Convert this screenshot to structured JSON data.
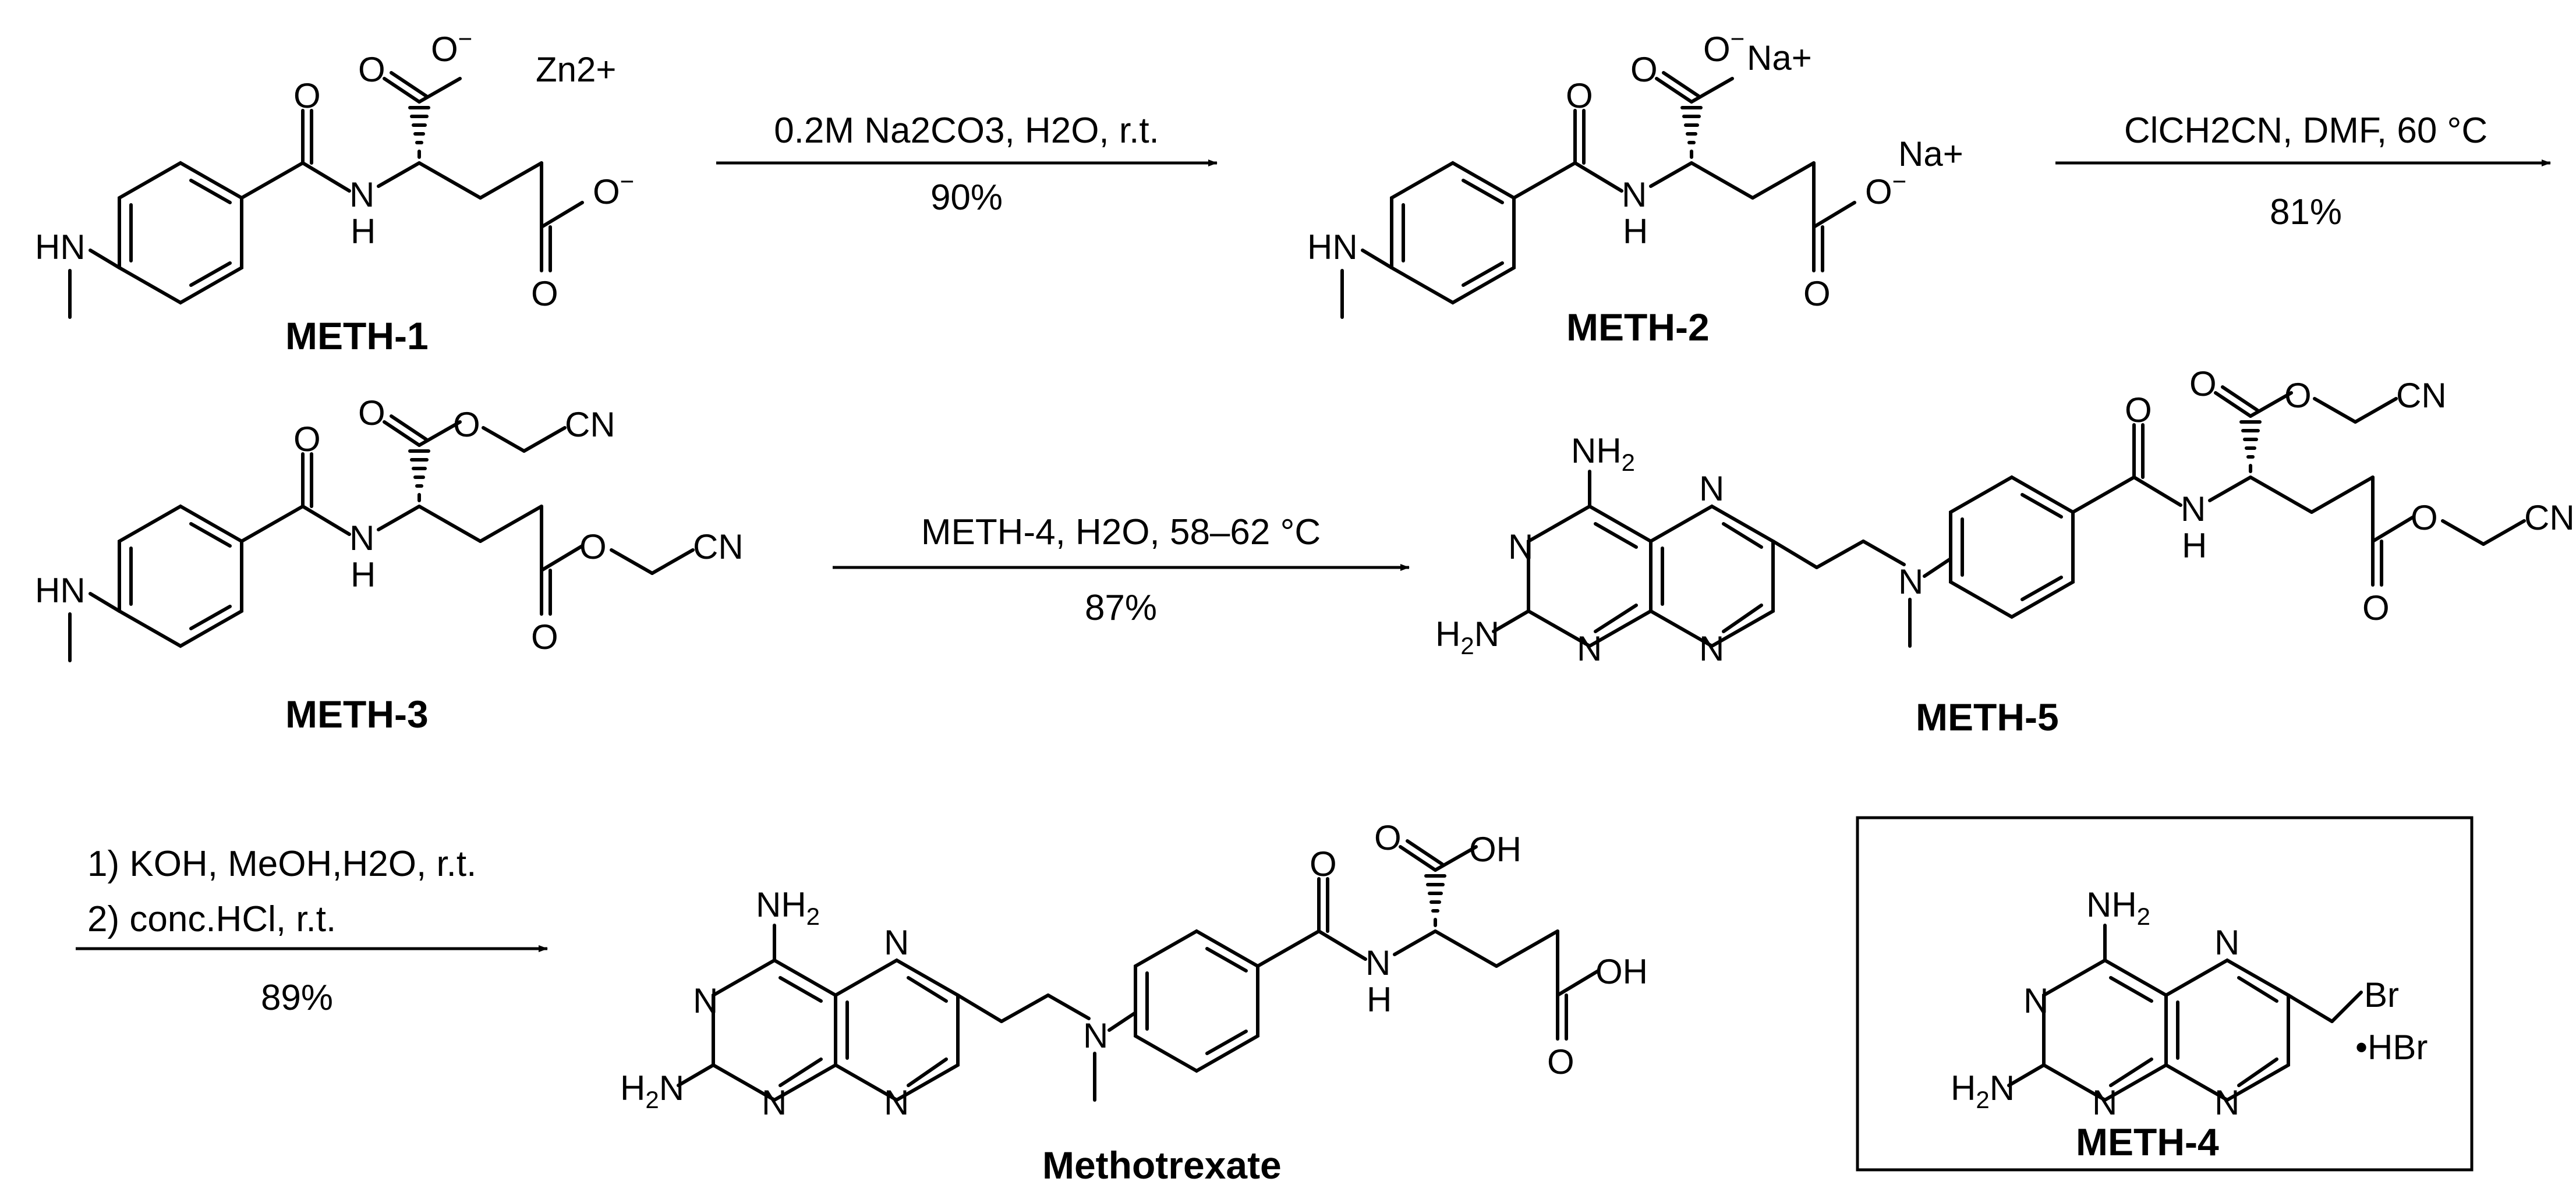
{
  "compounds": {
    "meth1": {
      "label": "METH-1",
      "counterion": "Zn2+"
    },
    "meth2": {
      "label": "METH-2",
      "counterion": "Na+"
    },
    "meth3": {
      "label": "METH-3"
    },
    "meth4": {
      "label": "METH-4",
      "salt": "•HBr"
    },
    "meth5": {
      "label": "METH-5"
    },
    "methotrexate": {
      "label": "Methotrexate"
    }
  },
  "steps": [
    {
      "reagents": "0.2M Na2CO3, H2O, r.t.",
      "yield": "90%"
    },
    {
      "reagents": "ClCH2CN, DMF, 60 °C",
      "yield": "81%"
    },
    {
      "reagents": "METH-4, H2O, 58–62 °C",
      "yield": "87%"
    },
    {
      "reagents_1": "1) KOH, MeOH,H2O, r.t.",
      "reagents_2": "2) conc.HCl, r.t.",
      "yield": "89%"
    }
  ]
}
